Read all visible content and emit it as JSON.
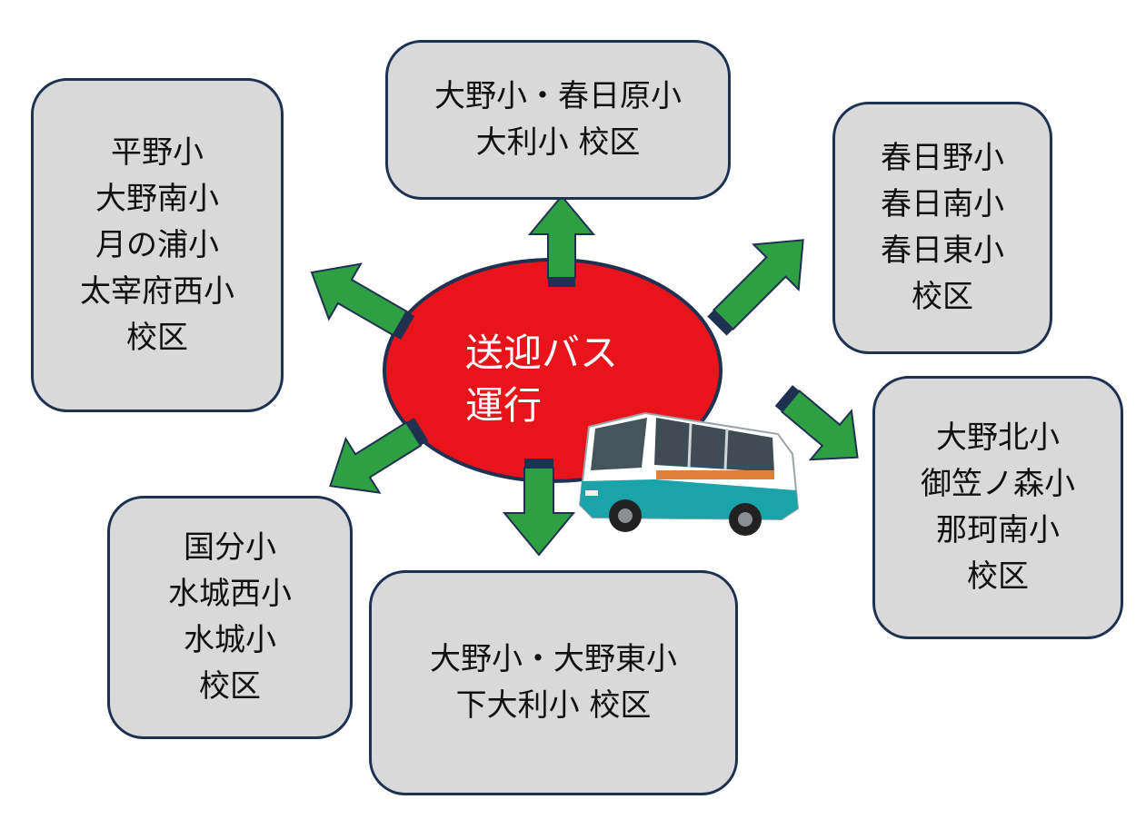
{
  "center": {
    "lines": [
      "送迎バス",
      "運行"
    ]
  },
  "boxes": {
    "top": {
      "lines": [
        "大野小・春日原小",
        "大利小 校区"
      ]
    },
    "top_left": {
      "lines": [
        "平野小",
        "大野南小",
        "月の浦小",
        "太宰府西小",
        "校区"
      ]
    },
    "top_right": {
      "lines": [
        "春日野小",
        "春日南小",
        "春日東小",
        "校区"
      ]
    },
    "right": {
      "lines": [
        "大野北小",
        "御笠ノ森小",
        "那珂南小",
        "校区"
      ]
    },
    "bottom": {
      "lines": [
        "大野小・大野東小",
        "下大利小 校区"
      ]
    },
    "bottom_left": {
      "lines": [
        "国分小",
        "水城西小",
        "水城小",
        "校区"
      ]
    }
  },
  "colors": {
    "center_fill": "#e8141c",
    "box_fill": "#d9d9d9",
    "box_border": "#1f3150",
    "arrow_fill": "#2ea043",
    "arrow_tail": "#1f3150"
  },
  "icons": {
    "bus": "bus-icon"
  }
}
